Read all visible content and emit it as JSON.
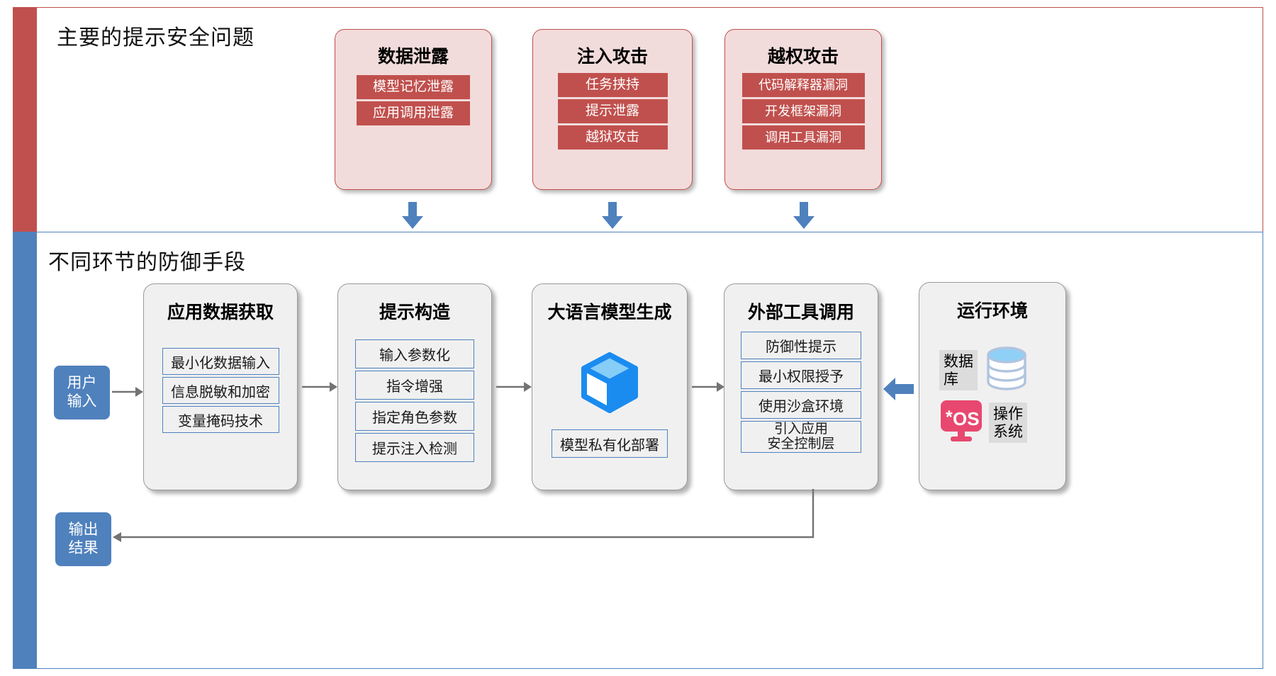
{
  "sections": {
    "top": {
      "title": "主要的提示安全问题",
      "accent": "#c0504d"
    },
    "bottom": {
      "title": "不同环节的防御手段",
      "accent": "#4f81bd"
    }
  },
  "threats": [
    {
      "title": "数据泄露",
      "items": [
        "模型记忆泄露",
        "应用调用泄露"
      ]
    },
    {
      "title": "注入攻击",
      "items": [
        "任务挟持",
        "提示泄露",
        "越狱攻击"
      ]
    },
    {
      "title": "越权攻击",
      "items": [
        "代码解释器漏洞",
        "开发框架漏洞",
        "调用工具漏洞"
      ]
    }
  ],
  "stages": [
    {
      "title": "应用数据获取",
      "items": [
        "最小化数据输入",
        "信息脱敏和加密",
        "变量掩码技术"
      ]
    },
    {
      "title": "提示构造",
      "items": [
        "输入参数化",
        "指令增强",
        "指定角色参数",
        "提示注入检测"
      ]
    },
    {
      "title": "大语言模型生成",
      "items": [
        "模型私有化部署"
      ],
      "icon": "cube-icon"
    },
    {
      "title": "外部工具调用",
      "items": [
        "防御性提示",
        "最小权限授予",
        "使用沙盒环境",
        "引入应用\n安全控制层"
      ]
    },
    {
      "title": "运行环境",
      "items": [],
      "env": [
        {
          "label": "数据\n库",
          "icon": "database-icon"
        },
        {
          "label": "操作\n系统",
          "icon": "os-icon"
        }
      ]
    }
  ],
  "endpoints": [
    {
      "name": "user-input",
      "lines": [
        "用户",
        "输入"
      ]
    },
    {
      "name": "output-result",
      "lines": [
        "输出",
        "结果"
      ]
    }
  ],
  "colors": {
    "red_accent": "#c0504d",
    "red_fill": "#f2dcdb",
    "blue_accent": "#4f81bd",
    "gray_fill": "#f0f0f0",
    "gray_border": "#9a9a9a",
    "cube_blue": "#1a8cf0",
    "cube_light": "#86cdf7",
    "db_blue": "#8fd0f7",
    "os_pink": "#e8486f"
  }
}
